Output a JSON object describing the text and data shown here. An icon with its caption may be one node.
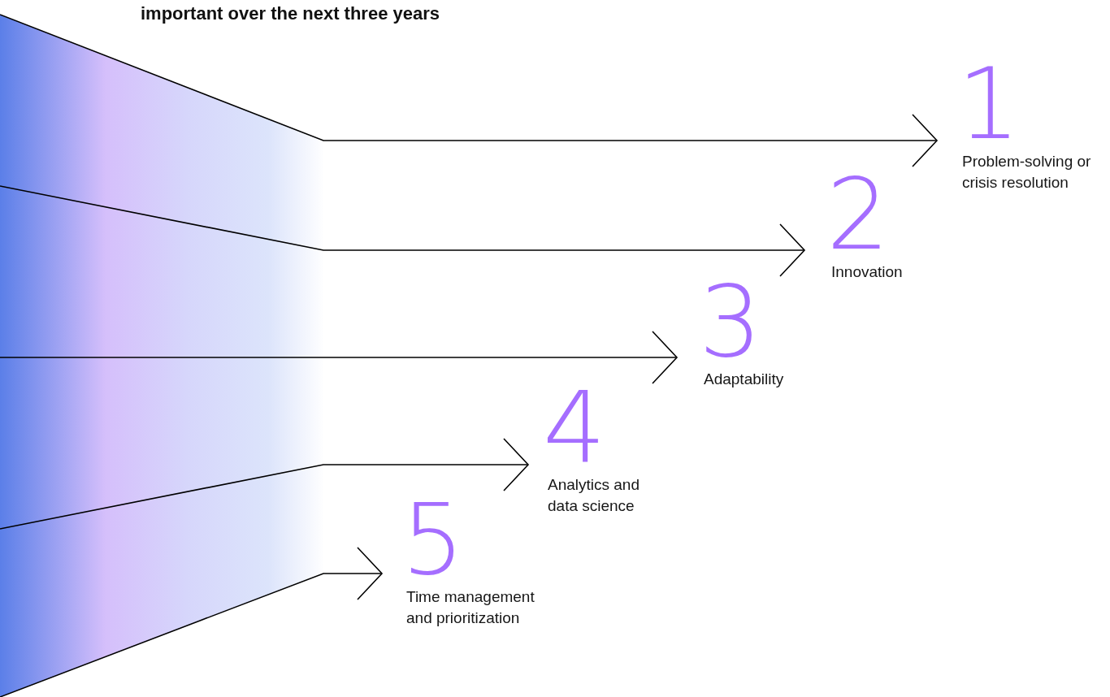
{
  "diagram": {
    "title": "important over the next three years",
    "nodes": [
      {
        "text": [],
        "shape": "bar"
      },
      {
        "text": [
          "1",
          "Problem-solving or crisis resolution"
        ]
      },
      {
        "text": [
          "2",
          "Innovation"
        ]
      },
      {
        "text": [
          "3",
          "Adaptability"
        ]
      },
      {
        "text": [
          "4",
          "Analytics and data science"
        ]
      },
      {
        "text": [
          "5",
          "Time management and prioritization"
        ]
      }
    ],
    "edges": [
      {
        "from": 0,
        "to": 1,
        "arrow": "to"
      },
      {
        "from": 0,
        "to": 2,
        "arrow": "to"
      },
      {
        "from": 0,
        "to": 3,
        "arrow": "to"
      },
      {
        "from": 0,
        "to": 4,
        "arrow": "to"
      },
      {
        "from": 0,
        "to": 5,
        "arrow": "to"
      }
    ]
  }
}
